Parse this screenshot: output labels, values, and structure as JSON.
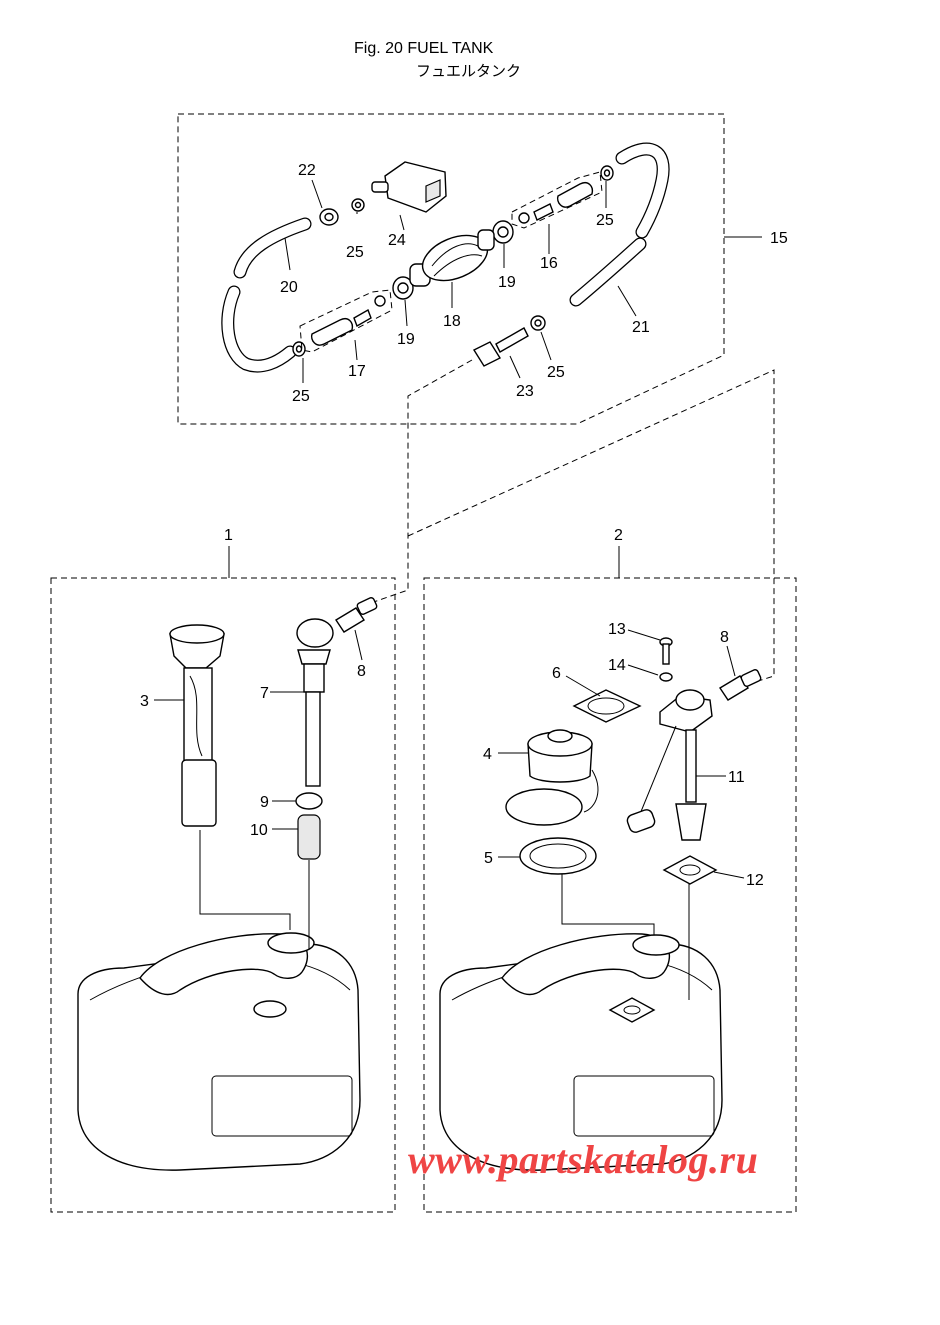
{
  "figure": {
    "title": "Fig. 20  FUEL TANK",
    "subtitle_ja": "フュエルタンク"
  },
  "callouts": {
    "c1": "1",
    "c2": "2",
    "c3": "3",
    "c4": "4",
    "c5": "5",
    "c6": "6",
    "c7": "7",
    "c8a": "8",
    "c8b": "8",
    "c9": "9",
    "c10": "10",
    "c11": "11",
    "c12": "12",
    "c13": "13",
    "c14": "14",
    "c15": "15",
    "c16": "16",
    "c17": "17",
    "c18": "18",
    "c19a": "19",
    "c19b": "19",
    "c20": "20",
    "c21": "21",
    "c22": "22",
    "c23": "23",
    "c24": "24",
    "c25a": "25",
    "c25b": "25",
    "c25c": "25",
    "c25d": "25"
  },
  "watermark": "www.partskatalog.ru",
  "colors": {
    "watermark": "#ef4444",
    "ink": "#000000"
  }
}
